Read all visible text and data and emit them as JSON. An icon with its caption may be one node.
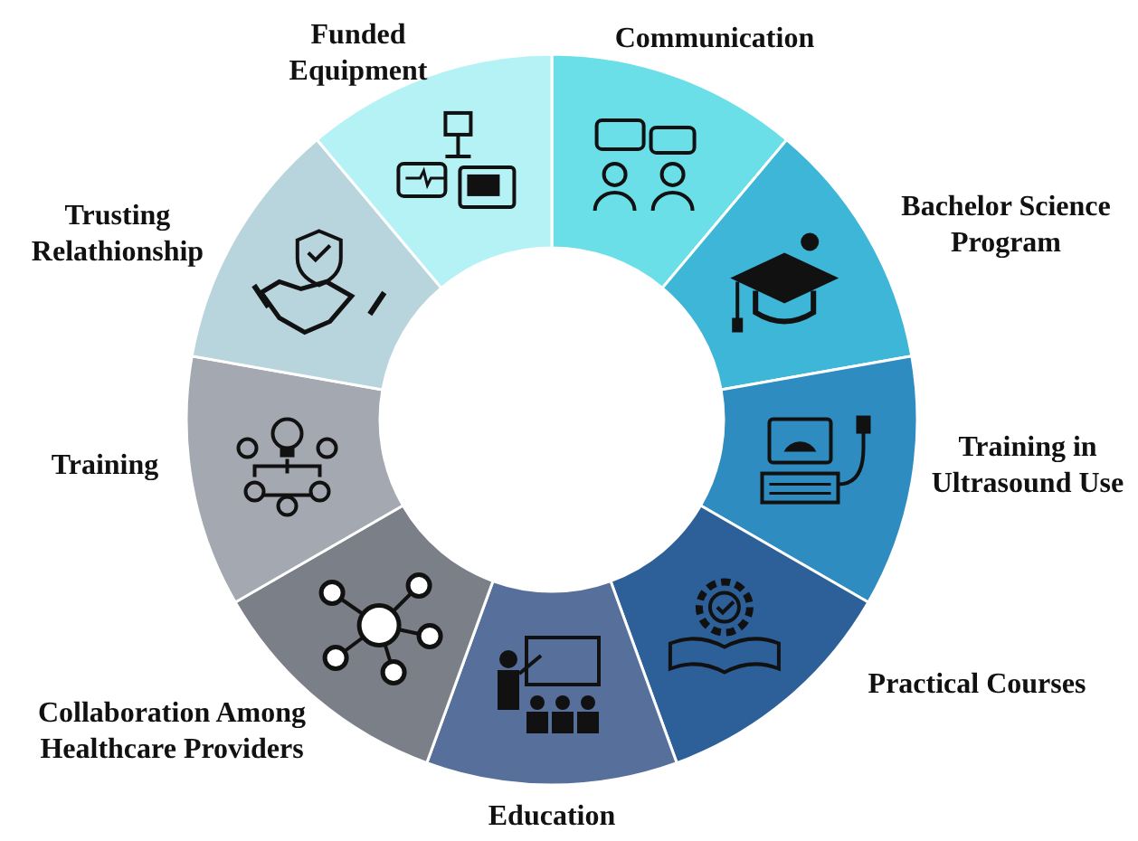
{
  "diagram": {
    "nodes": [
      {
        "text": [
          "Communication"
        ]
      },
      {
        "text": [
          "Bachelor Science Program"
        ]
      },
      {
        "text": [
          "Training in Ultrasound Use"
        ]
      },
      {
        "text": [
          "Practical Courses"
        ]
      },
      {
        "text": [
          "Education"
        ]
      },
      {
        "text": [
          "Collaboration Among Healthcare Providers"
        ]
      },
      {
        "text": [
          "Training"
        ]
      },
      {
        "text": [
          "Trusting Relathionship"
        ]
      },
      {
        "text": [
          "Funded Equipment"
        ]
      }
    ]
  }
}
